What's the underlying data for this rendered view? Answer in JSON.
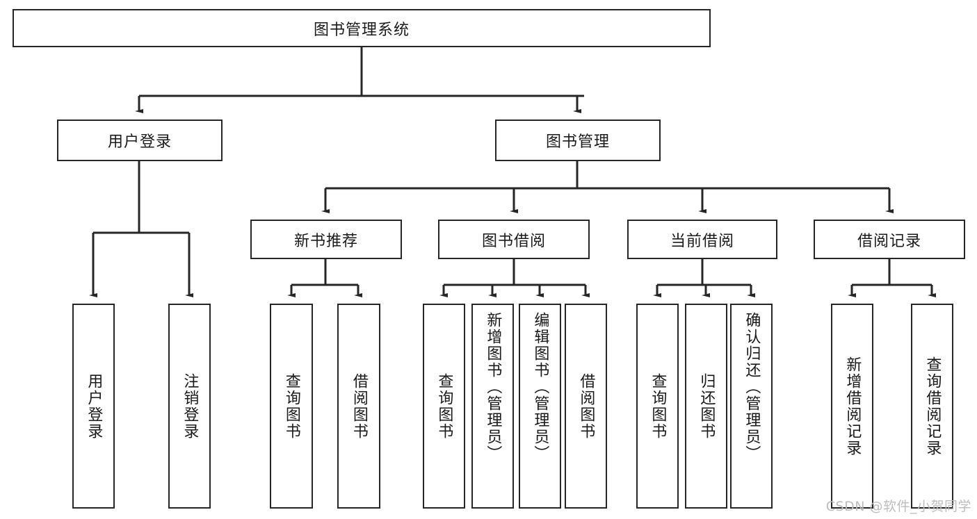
{
  "diagram": {
    "type": "tree",
    "title": "图书管理系统",
    "root": {
      "label": "图书管理系统"
    },
    "level1": [
      {
        "label": "用户登录"
      },
      {
        "label": "图书管理"
      }
    ],
    "level2": [
      {
        "label": "新书推荐"
      },
      {
        "label": "图书借阅"
      },
      {
        "label": "当前借阅"
      },
      {
        "label": "借阅记录"
      }
    ],
    "leaves": {
      "user_login": [
        {
          "label": "用户登录"
        },
        {
          "label": "注销登录"
        }
      ],
      "new_book_recommend": [
        {
          "label": "查询图书"
        },
        {
          "label": "借阅图书"
        }
      ],
      "book_borrow": [
        {
          "label": "查询图书"
        },
        {
          "label": "新增图书（管理员）"
        },
        {
          "label": "编辑图书（管理员）"
        },
        {
          "label": "借阅图书"
        }
      ],
      "current_borrow": [
        {
          "label": "查询图书"
        },
        {
          "label": "归还图书"
        },
        {
          "label": "确认归还（管理员）"
        }
      ],
      "borrow_record": [
        {
          "label": "新增借阅记录"
        },
        {
          "label": "查询借阅记录"
        }
      ]
    }
  },
  "watermark": {
    "text": "CSDN @软件_小贺同学"
  },
  "colors": {
    "stroke": "#262626",
    "background": "#ffffff",
    "text": "#1a1a1a",
    "watermark": "#bdbdbd"
  }
}
